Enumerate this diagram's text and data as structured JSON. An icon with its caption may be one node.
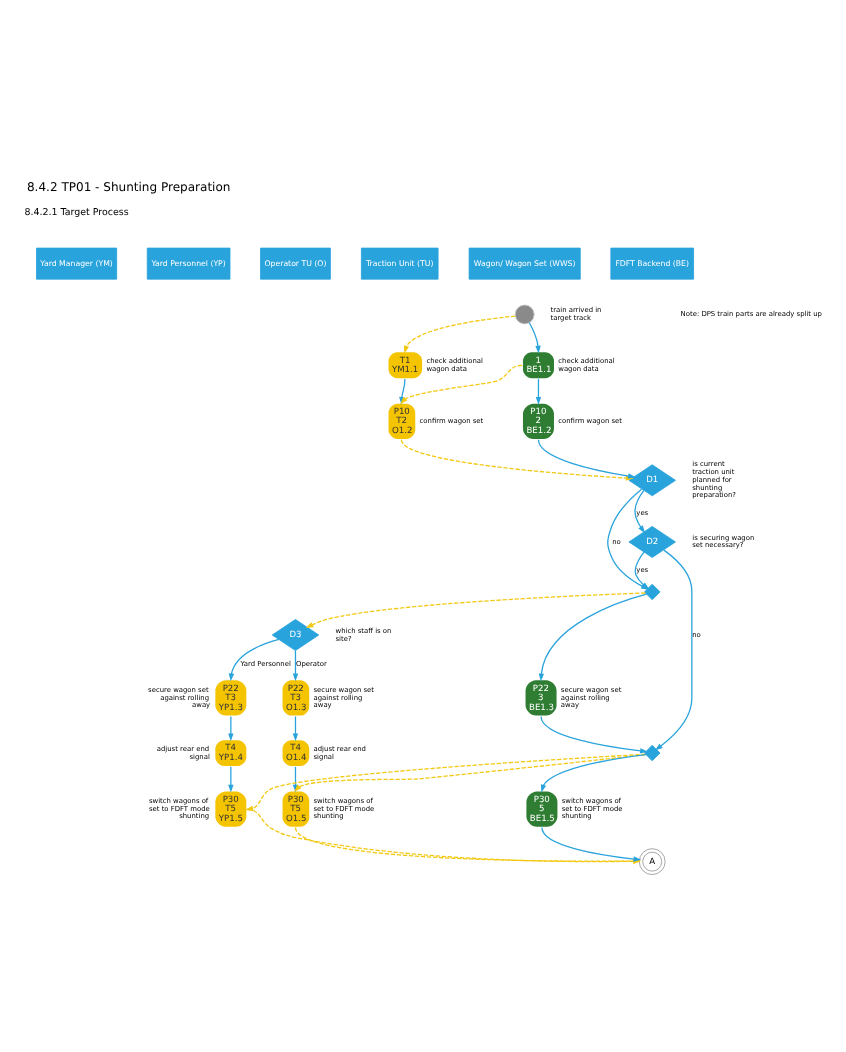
{
  "diagram": {
    "title": "8.4.2 TP01 - Shunting Preparation",
    "nodes": [
      {
        "text": [
          "Yard Manager (YM)"
        ]
      },
      {
        "text": [
          "Yard Personnel (YP)"
        ]
      },
      {
        "text": [
          "Operator TU (O)"
        ]
      },
      {
        "text": [
          "Traction Unit (TU)"
        ]
      },
      {
        "text": [
          "Wagon/ Wagon Set (WWS)"
        ]
      },
      {
        "text": [
          "FDFT Backend (BE)"
        ]
      },
      {
        "text": [],
        "shape": "circle",
        "beside": [
          "train arrived in target track"
        ]
      },
      {
        "text": [
          "T1",
          "YM1.1"
        ],
        "beside": [
          "check additional wagon data"
        ]
      },
      {
        "text": [
          "1",
          "BE1.1"
        ],
        "beside": [
          "check additional wagon data"
        ]
      },
      {
        "text": [
          "P10",
          "T2",
          "O1.2"
        ],
        "beside": [
          "confirm wagon set"
        ]
      },
      {
        "text": [
          "P10",
          "2",
          "BE1.2"
        ],
        "beside": [
          "confirm wagon set"
        ]
      },
      {
        "text": [
          "D1"
        ],
        "beside": [
          "is current traction unit planned for shunting preparation?"
        ]
      },
      {
        "text": [
          "D2"
        ],
        "beside": [
          "is securing wagon set necessary?"
        ]
      },
      {
        "text": [],
        "shape": "diamond"
      },
      {
        "text": [
          "D3"
        ],
        "beside": [
          "which staff is on site?"
        ]
      },
      {
        "text": [
          "P22",
          "T3",
          "YP1.3"
        ],
        "beside": [
          "secure wagon set against rolling away"
        ]
      },
      {
        "text": [
          "P22",
          "T3",
          "O1.3"
        ],
        "beside": [
          "secure wagon set against rolling away"
        ]
      },
      {
        "text": [
          "P22",
          "3",
          "BE1.3"
        ],
        "beside": [
          "secure wagon set against rolling away"
        ]
      },
      {
        "text": [
          "T4",
          "YP1.4"
        ],
        "beside": [
          "adjust rear end signal"
        ]
      },
      {
        "text": [
          "T4",
          "O1.4"
        ],
        "beside": [
          "adjust rear end signal"
        ]
      },
      {
        "text": [],
        "shape": "diamond"
      },
      {
        "text": [
          "P30",
          "T5",
          "YP1.5"
        ],
        "beside": [
          "switch wagons of set to FDFT mode shunting"
        ]
      },
      {
        "text": [
          "P30",
          "T5",
          "O1.5"
        ],
        "beside": [
          "switch wagons of set to FDFT mode shunting"
        ]
      },
      {
        "text": [
          "P30",
          "5",
          "BE1.5"
        ],
        "beside": [
          "switch wagons of set to FDFT mode shunting"
        ]
      },
      {
        "text": [
          "A"
        ]
      }
    ],
    "edges": [
      {
        "from": 6,
        "to": 7,
        "arrow": "to",
        "style": "dashed",
        "color": "#f2c811"
      },
      {
        "from": 6,
        "to": 8,
        "arrow": "to"
      },
      {
        "from": 7,
        "to": 9,
        "arrow": "to"
      },
      {
        "from": 8,
        "to": 9,
        "arrow": "to",
        "style": "dashed",
        "color": "#f2c811"
      },
      {
        "from": 8,
        "to": 10,
        "arrow": "to"
      },
      {
        "from": 9,
        "to": 11,
        "arrow": "to",
        "style": "dashed",
        "color": "#f2c811"
      },
      {
        "from": 10,
        "to": 11,
        "arrow": "to"
      },
      {
        "from": 11,
        "to": 12,
        "arrow": "to",
        "label": "yes"
      },
      {
        "from": 11,
        "to": 13,
        "arrow": "to",
        "label": "no"
      },
      {
        "from": 12,
        "to": 13,
        "arrow": "to",
        "label": "yes"
      },
      {
        "from": 12,
        "to": 20,
        "arrow": "to",
        "label": "no"
      },
      {
        "from": 13,
        "to": 14,
        "arrow": "to",
        "style": "dashed",
        "color": "#f2c811"
      },
      {
        "from": 13,
        "to": 17,
        "arrow": "to"
      },
      {
        "from": 14,
        "to": 15,
        "arrow": "to",
        "label": "Yard Personnel"
      },
      {
        "from": 14,
        "to": 16,
        "arrow": "to",
        "label": "Operator"
      },
      {
        "from": 15,
        "to": 18,
        "arrow": "to"
      },
      {
        "from": 16,
        "to": 19,
        "arrow": "to"
      },
      {
        "from": 17,
        "to": 20,
        "arrow": "to"
      },
      {
        "from": 18,
        "to": 21,
        "arrow": "to"
      },
      {
        "from": 19,
        "to": 22,
        "arrow": "to"
      },
      {
        "from": 20,
        "to": 21,
        "arrow": "to",
        "style": "dashed",
        "color": "#f2c811"
      },
      {
        "from": 20,
        "to": 22,
        "arrow": "to",
        "style": "dashed",
        "color": "#f2c811"
      },
      {
        "from": 20,
        "to": 23,
        "arrow": "to"
      },
      {
        "from": 21,
        "to": 24,
        "arrow": "to",
        "style": "dashed",
        "color": "#f2c811"
      },
      {
        "from": 22,
        "to": 24,
        "arrow": "to",
        "style": "dashed",
        "color": "#f2c811"
      },
      {
        "from": 23,
        "to": 24,
        "arrow": "to"
      }
    ],
    "labels": [
      "8.4.2.1 Target Process",
      "Note: DPS train parts are already split up"
    ]
  }
}
